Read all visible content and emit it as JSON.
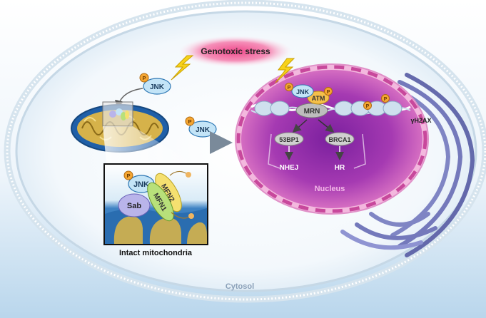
{
  "labels": {
    "genotoxic_stress": "Genotoxic stress",
    "jnk": "JNK",
    "p": "P",
    "atm": "ATM",
    "mrn": "MRN",
    "gamma_h2ax": "γH2AX",
    "p53bp1": "53BP1",
    "brca1": "BRCA1",
    "nhej": "NHEJ",
    "hr": "HR",
    "nucleus": "Nucleus",
    "sab": "Sab",
    "mfn1": "MFN1",
    "mfn2": "MFN2",
    "intact_mitochondria": "Intact mitochondria",
    "cytosol": "Cytosol"
  },
  "colors": {
    "stress_cloud": "#f04a8c",
    "jnk_fill": "#c3e4f7",
    "jnk_stroke": "#2f78b4",
    "phospho": "#f5a632",
    "atm": "#f5c04a",
    "mrn": "#b8b8b8",
    "nucleus_center": "#8a2aa8",
    "nucleus_rim": "#c8489c",
    "mito": "#1f5fa8",
    "mito_inner": "#c8a23a",
    "mfn1": "#b8e07a",
    "mfn2": "#f5e070",
    "sab": "#b9b4ea",
    "er": "#6a6fb0",
    "cytosol_text": "#8aa0b8"
  },
  "icons": [
    "lightning-bolt-icon",
    "phospho-p-icon",
    "arrow-icon"
  ]
}
